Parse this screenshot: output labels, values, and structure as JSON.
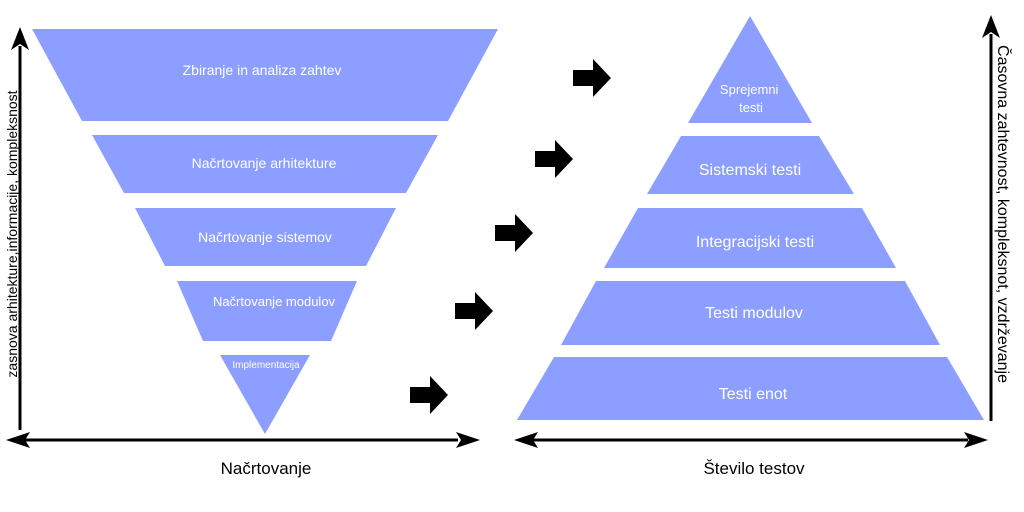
{
  "colors": {
    "shape_fill": "#8C9EFF",
    "shape_text": "#FFFFFF",
    "axis": "#000000",
    "arrow": "#000000"
  },
  "left_funnel": {
    "levels": [
      "Zbiranje in analiza zahtev",
      "Načrtovanje arhitekture",
      "Načrtovanje sistemov",
      "Načrtovanje modulov",
      "Implementacija"
    ],
    "x_axis_label": "Načrtovanje",
    "y_axis_label": "zasnova arhitekture,informacije, kompleksnost"
  },
  "right_pyramid": {
    "levels": [
      "Sprejemni\ntesti",
      "Sistemski testi",
      "Integracijski testi",
      "Testi modulov",
      "Testi enot"
    ],
    "x_axis_label": "Število testov",
    "y_axis_label": "Časovna zahtevnost, kompleksnot, vzdrževanje"
  },
  "connector_arrow_icon": "block-arrow-right-icon"
}
